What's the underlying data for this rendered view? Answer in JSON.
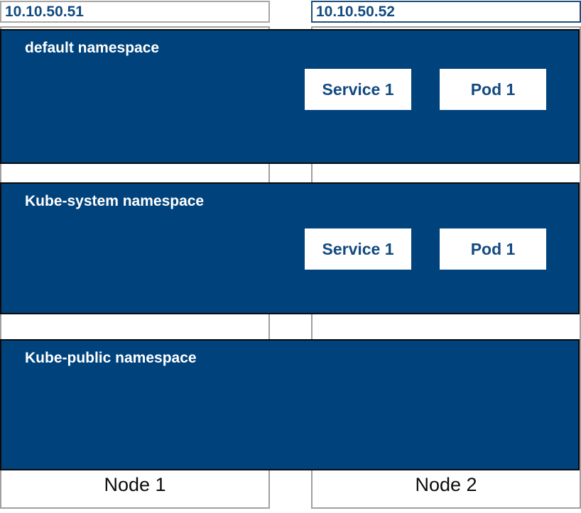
{
  "diagram": {
    "title": "kubernetes-namespaces-nodes-diagram",
    "nodes": [
      {
        "ip": "10.10.50.51",
        "label": "Node 1"
      },
      {
        "ip": "10.10.50.52",
        "label": "Node 2"
      }
    ],
    "namespaces": [
      {
        "label": "default namespace",
        "items": [
          {
            "label": "Service 1"
          },
          {
            "label": "Pod 1"
          }
        ]
      },
      {
        "label": "Kube-system namespace",
        "items": [
          {
            "label": "Service 1"
          },
          {
            "label": "Pod 1"
          }
        ]
      },
      {
        "label": "Kube-public namespace",
        "items": []
      }
    ],
    "colors": {
      "band_fill": "#00427c",
      "band_border": "#0a0a0a",
      "column_border": "#a0a0a0",
      "navy_text": "#134a80",
      "ip_box2_border": "#1f4e79"
    }
  }
}
